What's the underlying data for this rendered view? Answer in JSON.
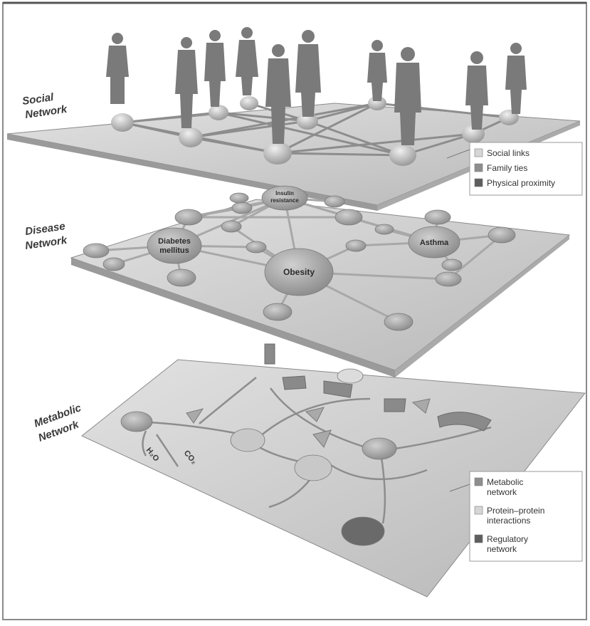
{
  "layers": {
    "social": {
      "title_line1": "Social",
      "title_line2": "Network",
      "legend": [
        {
          "label": "Social links",
          "color": "#d6d6d6"
        },
        {
          "label": "Family ties",
          "color": "#8e8e8e"
        },
        {
          "label": "Physical proximity",
          "color": "#5e5e5e"
        }
      ]
    },
    "disease": {
      "title_line1": "Disease",
      "title_line2": "Network",
      "nodes": {
        "insulin_line1": "Insulin",
        "insulin_line2": "resistance",
        "diabetes_line1": "Diabetes",
        "diabetes_line2": "mellitus",
        "asthma": "Asthma",
        "obesity": "Obesity"
      }
    },
    "metabolic": {
      "title_line1": "Metabolic",
      "title_line2": "Network",
      "h2o": "H₂O",
      "co2": "CO₂",
      "legend": [
        {
          "line1": "Metabolic",
          "line2": "network",
          "color": "#8e8e8e"
        },
        {
          "line1": "Protein–protein",
          "line2": "interactions",
          "color": "#d6d6d6"
        },
        {
          "line1": "Regulatory",
          "line2": "network",
          "color": "#5e5e5e"
        }
      ]
    }
  },
  "colors": {
    "plane": "#c9c9c9",
    "plane_edge": "#8a8a8a",
    "node": "#9c9c9c",
    "figure": "#7a7a7a",
    "frame": "#888888"
  }
}
